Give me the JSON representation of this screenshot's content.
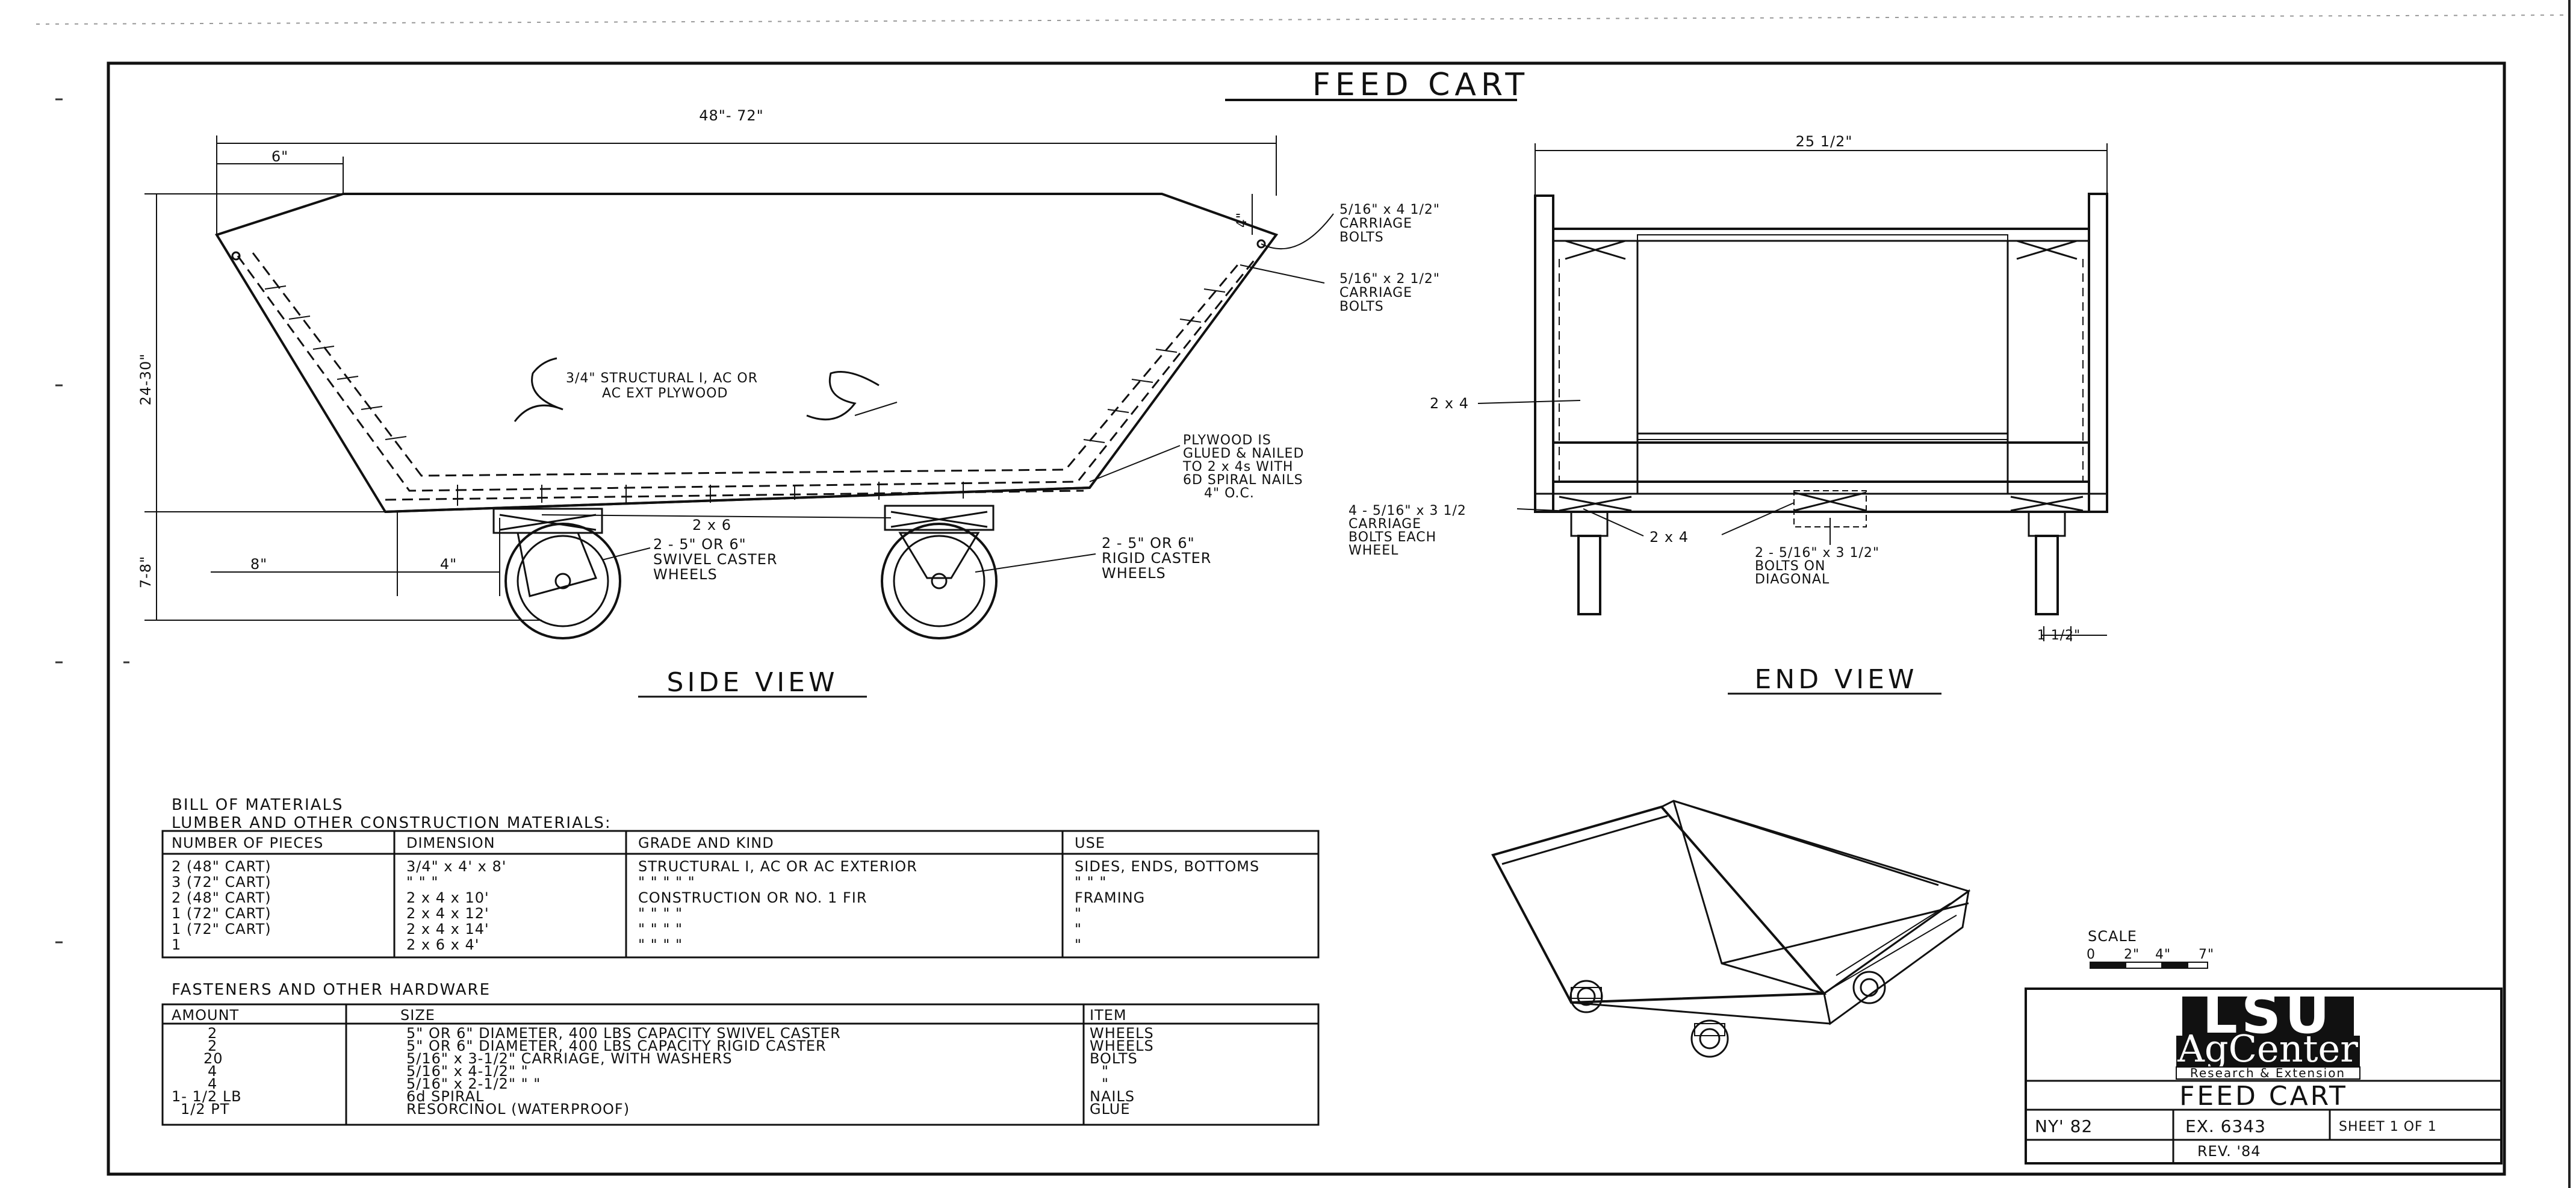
{
  "title": "FEED CART",
  "side_view": {
    "label": "SIDE VIEW",
    "dims": {
      "overall": "48\"- 72\"",
      "top_offset": "6\"",
      "height": "24-30\"",
      "right_drop": "4\"",
      "base_h": "7-8\"",
      "left_offset": "8\"",
      "caster_offset": "4\""
    },
    "callouts": {
      "bolts_top": [
        "5/16\" x 4 1/2\"",
        "CARRIAGE",
        "BOLTS"
      ],
      "bolts_mid": [
        "5/16\" x 2 1/2\"",
        "CARRIAGE",
        "BOLTS"
      ],
      "plywood": [
        "3/4\" STRUCTURAL I, AC OR",
        "AC EXT PLYWOOD"
      ],
      "glued": [
        "PLYWOOD IS",
        "GLUED & NAILED",
        "TO 2 x 4s WITH",
        "6D SPIRAL NAILS",
        "4\" O.C."
      ],
      "frame": "2 x 6",
      "swivel": [
        "2 - 5\" OR 6\"",
        "SWIVEL CASTER",
        "WHEELS"
      ],
      "rigid": [
        "2 - 5\" OR 6\"",
        "RIGID CASTER",
        "WHEELS"
      ]
    }
  },
  "end_view": {
    "label": "END VIEW",
    "dims": {
      "width": "25 1/2\"",
      "wheel_offset": "1 1/2\""
    },
    "callouts": {
      "stud": "2 x 4",
      "bolts_each": [
        "4 - 5/16\" x 3 1/2",
        "CARRIAGE",
        "BOLTS EACH",
        "WHEEL"
      ],
      "bottom": "2 x 4",
      "diagonal": [
        "2 - 5/16\" x 3 1/2\"",
        "BOLTS ON",
        "DIAGONAL"
      ]
    }
  },
  "bill_of_materials": {
    "title": "BILL OF MATERIALS",
    "lumber_title": "LUMBER AND OTHER CONSTRUCTION MATERIALS:",
    "lumber_headers": [
      "NUMBER OF PIECES",
      "DIMENSION",
      "GRADE AND KIND",
      "USE"
    ],
    "lumber_rows": [
      [
        "2 (48\" CART)",
        "3/4\" x 4' x 8'",
        "STRUCTURAL I, AC OR AC EXTERIOR",
        "SIDES, ENDS, BOTTOMS"
      ],
      [
        "3 (72\" CART)",
        "\"      \"      \"",
        "\"      \"      \"      \"      \"",
        "\"      \"      \""
      ],
      [
        "2 (48\" CART)",
        "2  x  4  x  10'",
        "CONSTRUCTION OR NO. 1 FIR",
        "FRAMING"
      ],
      [
        "1 (72\" CART)",
        "2  x  4  x  12'",
        "\"      \"      \"      \"",
        "\""
      ],
      [
        "1 (72\" CART)",
        "2  x  4  x  14'",
        "\"      \"      \"      \"",
        "\""
      ],
      [
        "1",
        "2  x  6  x  4'",
        "\"      \"      \"      \"",
        "\""
      ]
    ],
    "fasteners_title": "FASTENERS AND OTHER HARDWARE",
    "fasteners_headers": [
      "AMOUNT",
      "SIZE",
      "ITEM"
    ],
    "fasteners_rows": [
      [
        "2",
        "5\" OR 6\" DIAMETER, 400 LBS CAPACITY SWIVEL CASTER",
        "WHEELS"
      ],
      [
        "2",
        "5\" OR 6\" DIAMETER, 400 LBS CAPACITY RIGID CASTER",
        "WHEELS"
      ],
      [
        "20",
        "5/16\" x 3-1/2\" CARRIAGE, WITH WASHERS",
        "BOLTS"
      ],
      [
        "4",
        "5/16\" x 4-1/2\"      \"",
        "\""
      ],
      [
        "4",
        "5/16\" x 2-1/2\"      \"      \"",
        "\""
      ],
      [
        "1- 1/2 LB",
        "6d SPIRAL",
        "NAILS"
      ],
      [
        "1/2 PT",
        "RESORCINOL (WATERPROOF)",
        "GLUE"
      ]
    ]
  },
  "scale": {
    "label": "SCALE",
    "ticks": [
      "0",
      "2\"",
      "4\"",
      "7\""
    ]
  },
  "title_block": {
    "logo_top": "LSU",
    "logo_bottom": "AgCenter",
    "logo_sub": "Research & Extension",
    "drawing_name": "FEED CART",
    "date": "NY' 82",
    "number": "EX. 6343",
    "sheet": "SHEET 1 OF 1",
    "revision": "REV. '84"
  }
}
